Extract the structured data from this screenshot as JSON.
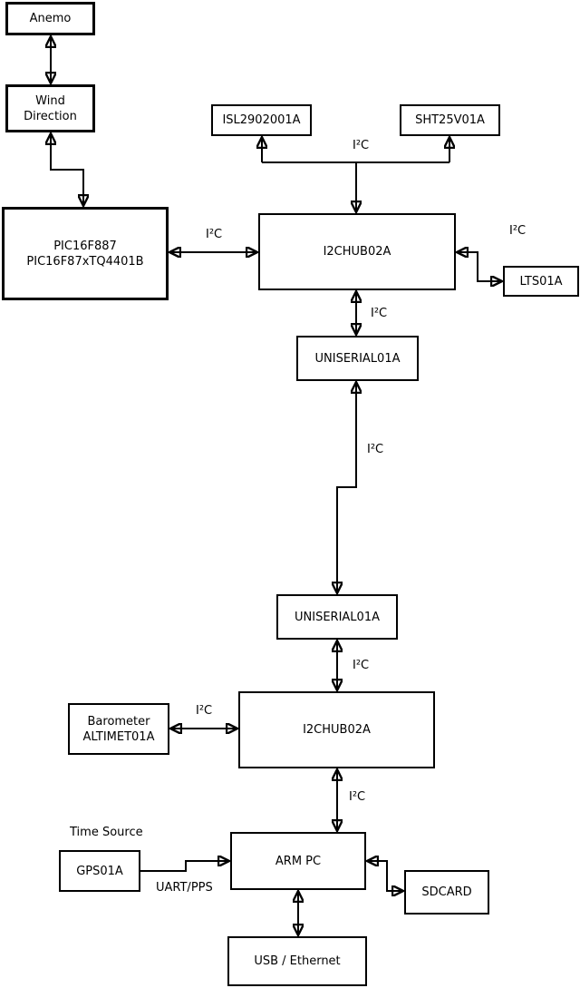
{
  "boxes": {
    "anemo": "Anemo",
    "wind_direction": "Wind\nDirection",
    "pic_controller": "PIC16F887\nPIC16F87xTQ4401B",
    "isl_sensor": "ISL2902001A",
    "sht_sensor": "SHT25V01A",
    "i2c_hub_upper": "I2CHUB02A",
    "lts_sensor": "LTS01A",
    "uniserial_upper": "UNISERIAL01A",
    "uniserial_lower": "UNISERIAL01A",
    "i2c_hub_lower": "I2CHUB02A",
    "barometer": "Barometer\nALTIMET01A",
    "gps": "GPS01A",
    "arm_pc": "ARM PC",
    "sdcard": "SDCARD",
    "usb_ethernet": "USB / Ethernet"
  },
  "labels": {
    "i2c_bus": "I²C",
    "time_source": "Time Source",
    "uart_pps": "UART/PPS"
  },
  "colors": {
    "line": "#000000",
    "box_border": "#000000",
    "background": "#ffffff",
    "text": "#000000"
  }
}
